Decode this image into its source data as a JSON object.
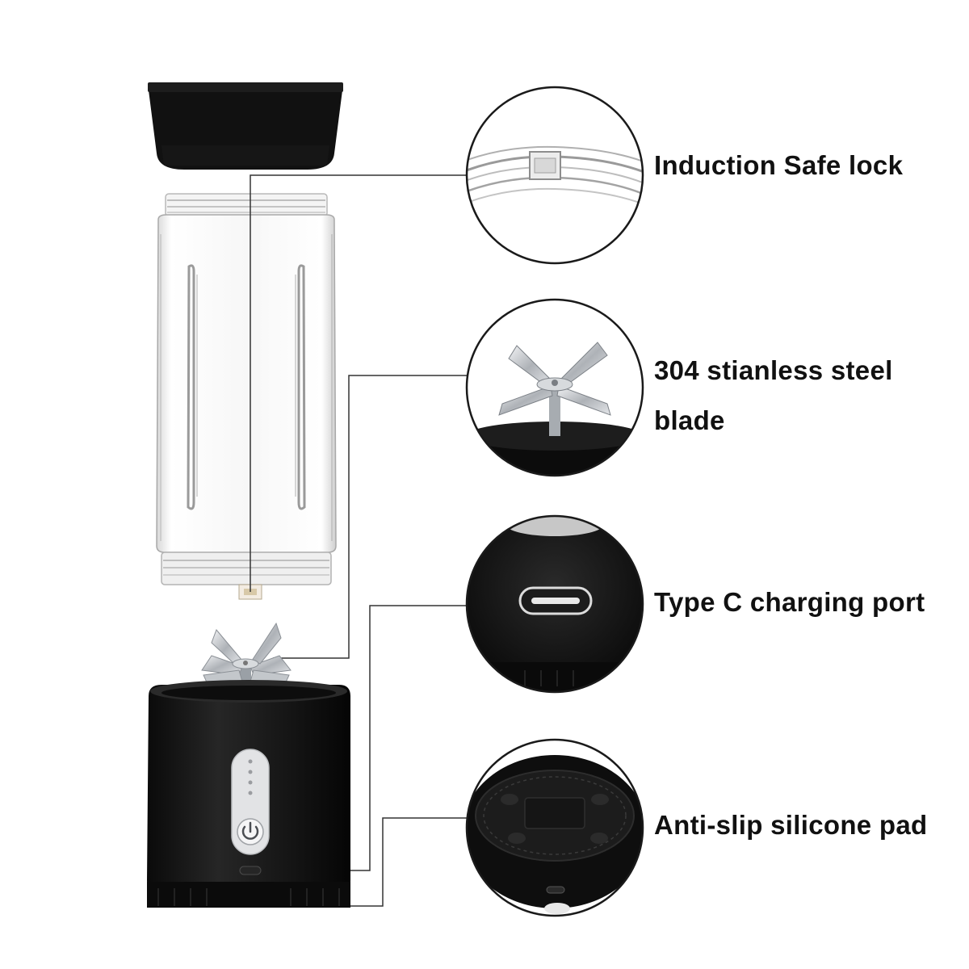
{
  "features": [
    {
      "id": "lock",
      "lines": [
        "Induction Safe lock"
      ],
      "icon": "safe-lock-ring-icon"
    },
    {
      "id": "blade",
      "lines": [
        "304 stianless steel",
        "blade"
      ],
      "icon": "steel-blade-icon"
    },
    {
      "id": "port",
      "lines": [
        "Type C charging port"
      ],
      "icon": "usb-c-port-icon"
    },
    {
      "id": "pad",
      "lines": [
        "Anti-slip silicone pad"
      ],
      "icon": "silicone-pad-icon"
    }
  ],
  "colors": {
    "background": "#ffffff",
    "base": "#141414",
    "cap": "#111111",
    "leader": "#333333",
    "text": "#111111",
    "steel": "#c9ccd0"
  }
}
